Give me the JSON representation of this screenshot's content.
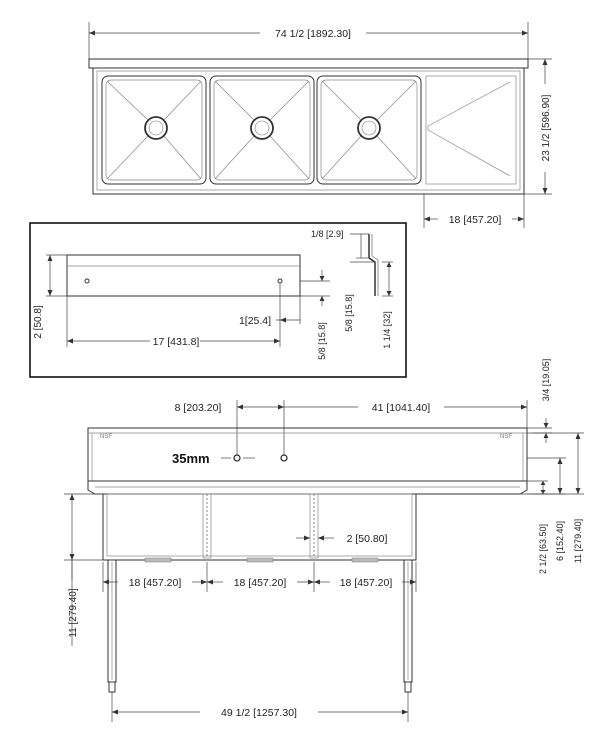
{
  "top_view": {
    "overall_width": "74 1/2 [1892.30]",
    "depth": "23 1/2 [596.90]",
    "drainboard": "18 [457.20]"
  },
  "detail": {
    "flange_height": "2 [50.8]",
    "hole_spacing": "17 [431.8]",
    "hole_offset": "1[25.4]",
    "hole_drop": "5/8 [15.8]",
    "lip_thickness": "1/8 [2.9]",
    "lip_depth": "5/8 [15.8]",
    "lip_height": "1 1/4 [32]"
  },
  "front_view": {
    "faucet_offset": "8 [203.20]",
    "faucet_spacing": "41 [1041.40]",
    "faucet_hole": "35mm",
    "rim": "3/4 [19.05]",
    "divider": "2 [50.80]",
    "splash_low": "2 1/2 [63.50]",
    "splash_mid": "6 [152.40]",
    "splash_total": "11 [279.40]",
    "bowl_depth": "11 [279.40]",
    "bowl_1": "18 [457.20]",
    "bowl_2": "18 [457.20]",
    "bowl_3": "18 [457.20]",
    "leg_span": "49 1/2 [1257.30]",
    "backsplash_left_mark": "NSF",
    "backsplash_right_mark": "NSF"
  }
}
